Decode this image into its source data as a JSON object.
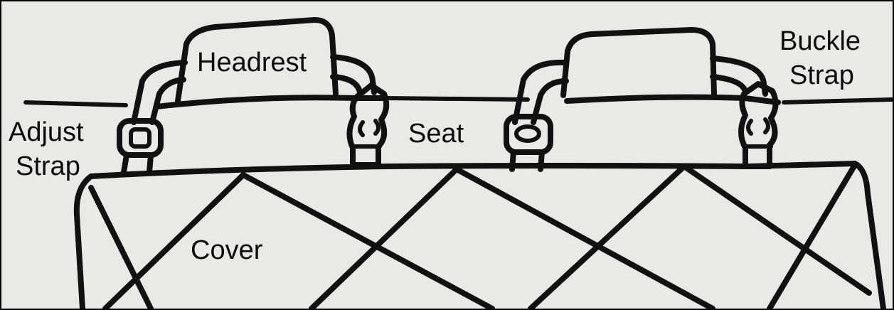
{
  "labels": {
    "headrest": "Headrest",
    "buckle_strap_line1": "Buckle",
    "buckle_strap_line2": "Strap",
    "adjust_strap_line1": "Adjust",
    "adjust_strap_line2": "Strap",
    "seat": "Seat",
    "cover": "Cover"
  },
  "colors": {
    "paper": "#e9e9e6",
    "ink": "#111111"
  }
}
